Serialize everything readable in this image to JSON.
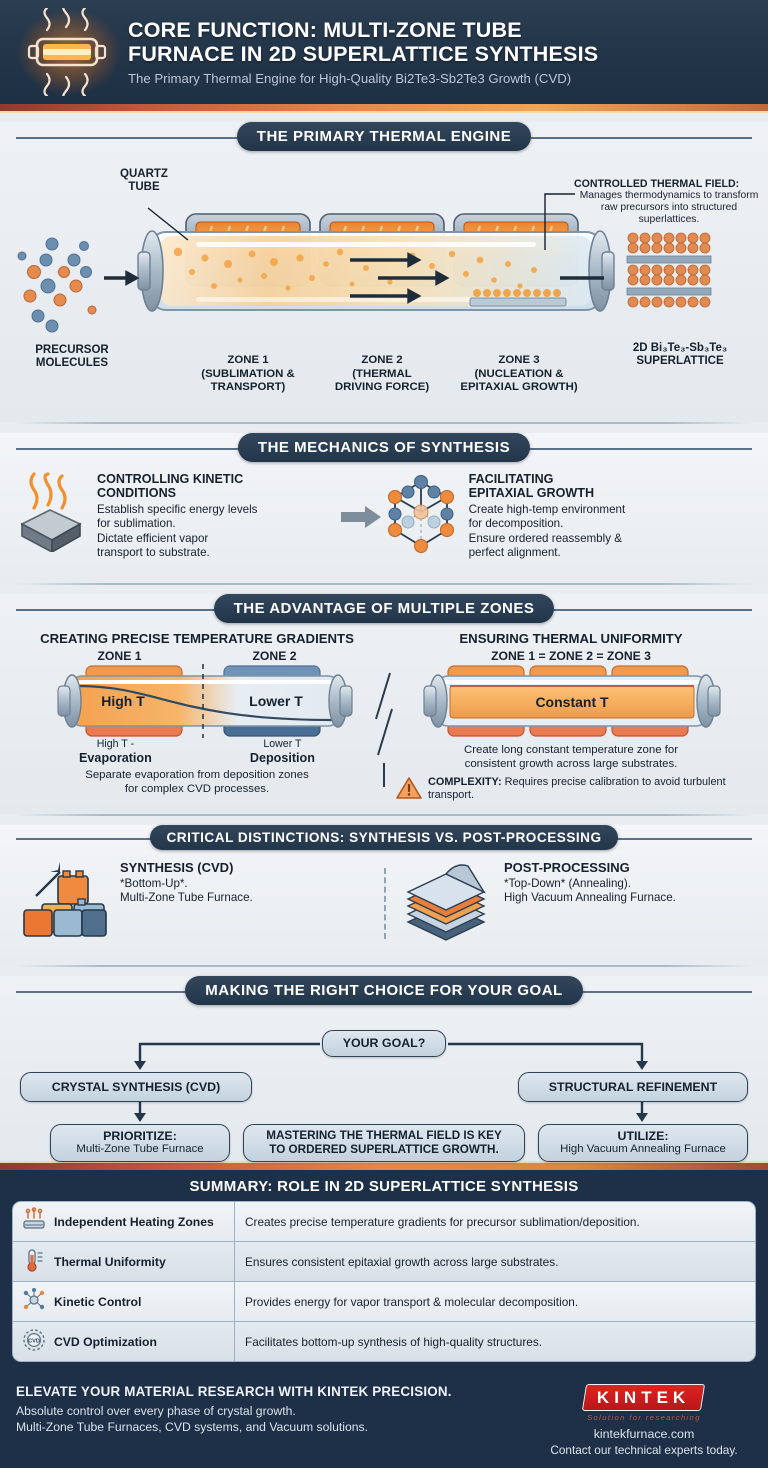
{
  "header": {
    "icon": "tube-furnace-heat-icon",
    "title_line1": "CORE FUNCTION: MULTI-ZONE TUBE",
    "title_line2": "FURNACE IN 2D SUPERLATTICE SYNTHESIS",
    "subtitle": "The Primary Thermal Engine for High-Quality Bi2Te3-Sb2Te3 Growth (CVD)"
  },
  "section1": {
    "banner": "THE PRIMARY THERMAL ENGINE",
    "quartz_label_l1": "QUARTZ",
    "quartz_label_l2": "TUBE",
    "callout_title": "CONTROLLED THERMAL FIELD:",
    "callout_body": "Manages thermodynamics to transform raw precursors into structured superlattices.",
    "precursor_l1": "PRECURSOR",
    "precursor_l2": "MOLECULES",
    "output_l1": "2D Bi₃Te₃-Sb₃Te₃",
    "output_l2": "SUPERLATTICE",
    "zones": [
      {
        "name": "ZONE 1",
        "desc_l1": "(SUBLIMATION &",
        "desc_l2": "TRANSPORT)"
      },
      {
        "name": "ZONE 2",
        "desc_l1": "(THERMAL",
        "desc_l2": "DRIVING FORCE)"
      },
      {
        "name": "ZONE 3",
        "desc_l1": "(NUCLEATION &",
        "desc_l2": "EPITAXIAL GROWTH)"
      }
    ]
  },
  "section2": {
    "banner": "THE MECHANICS OF SYNTHESIS",
    "left": {
      "icon": "heated-block-icon",
      "title_l1": "CONTROLLING KINETIC",
      "title_l2": "CONDITIONS",
      "body_l1": "Establish specific energy levels",
      "body_l2": "for sublimation.",
      "body_l3": "Dictate efficient vapor",
      "body_l4": "transport to substrate."
    },
    "right": {
      "icon": "crystal-lattice-icon",
      "title_l1": "FACILITATING",
      "title_l2": "EPITAXIAL GROWTH",
      "body_l1": "Create high-temp environment",
      "body_l2": "for decomposition.",
      "body_l3": "Ensure ordered reassembly &",
      "body_l4": "perfect alignment."
    }
  },
  "section3": {
    "banner": "THE ADVANTAGE OF MULTIPLE ZONES",
    "left": {
      "heading": "CREATING PRECISE TEMPERATURE GRADIENTS",
      "zone1": "ZONE 1",
      "zone2": "ZONE 2",
      "tube_hot": "High T",
      "tube_cold": "Lower T",
      "cap_hot_small": "High T -",
      "cap_hot_big": "Evaporation",
      "cap_cold_small": "Lower T",
      "cap_cold_big": "Deposition",
      "caption_l1": "Separate evaporation from deposition zones",
      "caption_l2": "for complex CVD processes."
    },
    "right": {
      "heading": "ENSURING THERMAL UNIFORMITY",
      "subheading": "ZONE 1 = ZONE 2 = ZONE 3",
      "tube_label": "Constant T",
      "caption_l1": "Create long constant temperature zone for",
      "caption_l2": "consistent growth across large substrates.",
      "warn_icon": "warning-triangle-icon",
      "warn_label": "COMPLEXITY:",
      "warn_text": " Requires precise calibration to avoid turbulent transport."
    }
  },
  "section4": {
    "banner": "CRITICAL DISTINCTIONS: SYNTHESIS VS. POST-PROCESSING",
    "left": {
      "icon": "building-blocks-up-icon",
      "title": "SYNTHESIS (CVD)",
      "body_l1": "*Bottom-Up*.",
      "body_l2": "Multi-Zone Tube Furnace."
    },
    "right": {
      "icon": "layered-stack-icon",
      "title": "POST-PROCESSING",
      "body_l1": "*Top-Down* (Annealing).",
      "body_l2": "High Vacuum Annealing Furnace."
    }
  },
  "section5": {
    "banner": "MAKING THE RIGHT CHOICE FOR YOUR GOAL",
    "root": "YOUR GOAL?",
    "left_branch": "CRYSTAL SYNTHESIS (CVD)",
    "right_branch": "STRUCTURAL REFINEMENT",
    "left_leaf_title": "PRIORITIZE:",
    "left_leaf_body": "Multi-Zone Tube Furnace",
    "center_msg_l1": "MASTERING THE THERMAL FIELD IS KEY",
    "center_msg_l2": "TO ORDERED SUPERLATTICE GROWTH.",
    "right_leaf_title": "UTILIZE:",
    "right_leaf_body": "High Vacuum Annealing Furnace"
  },
  "summary": {
    "title": "SUMMARY: ROLE IN 2D SUPERLATTICE SYNTHESIS",
    "rows": [
      {
        "icon": "heating-zones-icon",
        "key": "Independent Heating Zones",
        "value": "Creates precise temperature gradients for precursor sublimation/deposition."
      },
      {
        "icon": "thermometer-icon",
        "key": "Thermal Uniformity",
        "value": "Ensures consistent epitaxial growth across large substrates."
      },
      {
        "icon": "molecule-nodes-icon",
        "key": "Kinetic Control",
        "value": "Provides energy for vapor transport & molecular decomposition."
      },
      {
        "icon": "cvd-gear-icon",
        "key": "CVD Optimization",
        "value": "Facilitates bottom-up synthesis of high-quality structures."
      }
    ]
  },
  "footer": {
    "headline": "ELEVATE YOUR MATERIAL RESEARCH WITH KINTEK PRECISION.",
    "line1": "Absolute control over every phase of crystal growth.",
    "line2": "Multi-Zone Tube Furnaces, CVD systems, and Vacuum solutions.",
    "brand": "KINTEK",
    "brand_tagline": "Solution for researching",
    "url": "kintekfurnace.com",
    "cta": "Contact our technical experts today."
  },
  "colors": {
    "navy": "#1d3047",
    "banner_navy": "#26394e",
    "accent_orange": "#e8864a",
    "accent_red": "#c4553a",
    "brand_red": "#d2201d",
    "panel_bg": "#e9edf1"
  }
}
